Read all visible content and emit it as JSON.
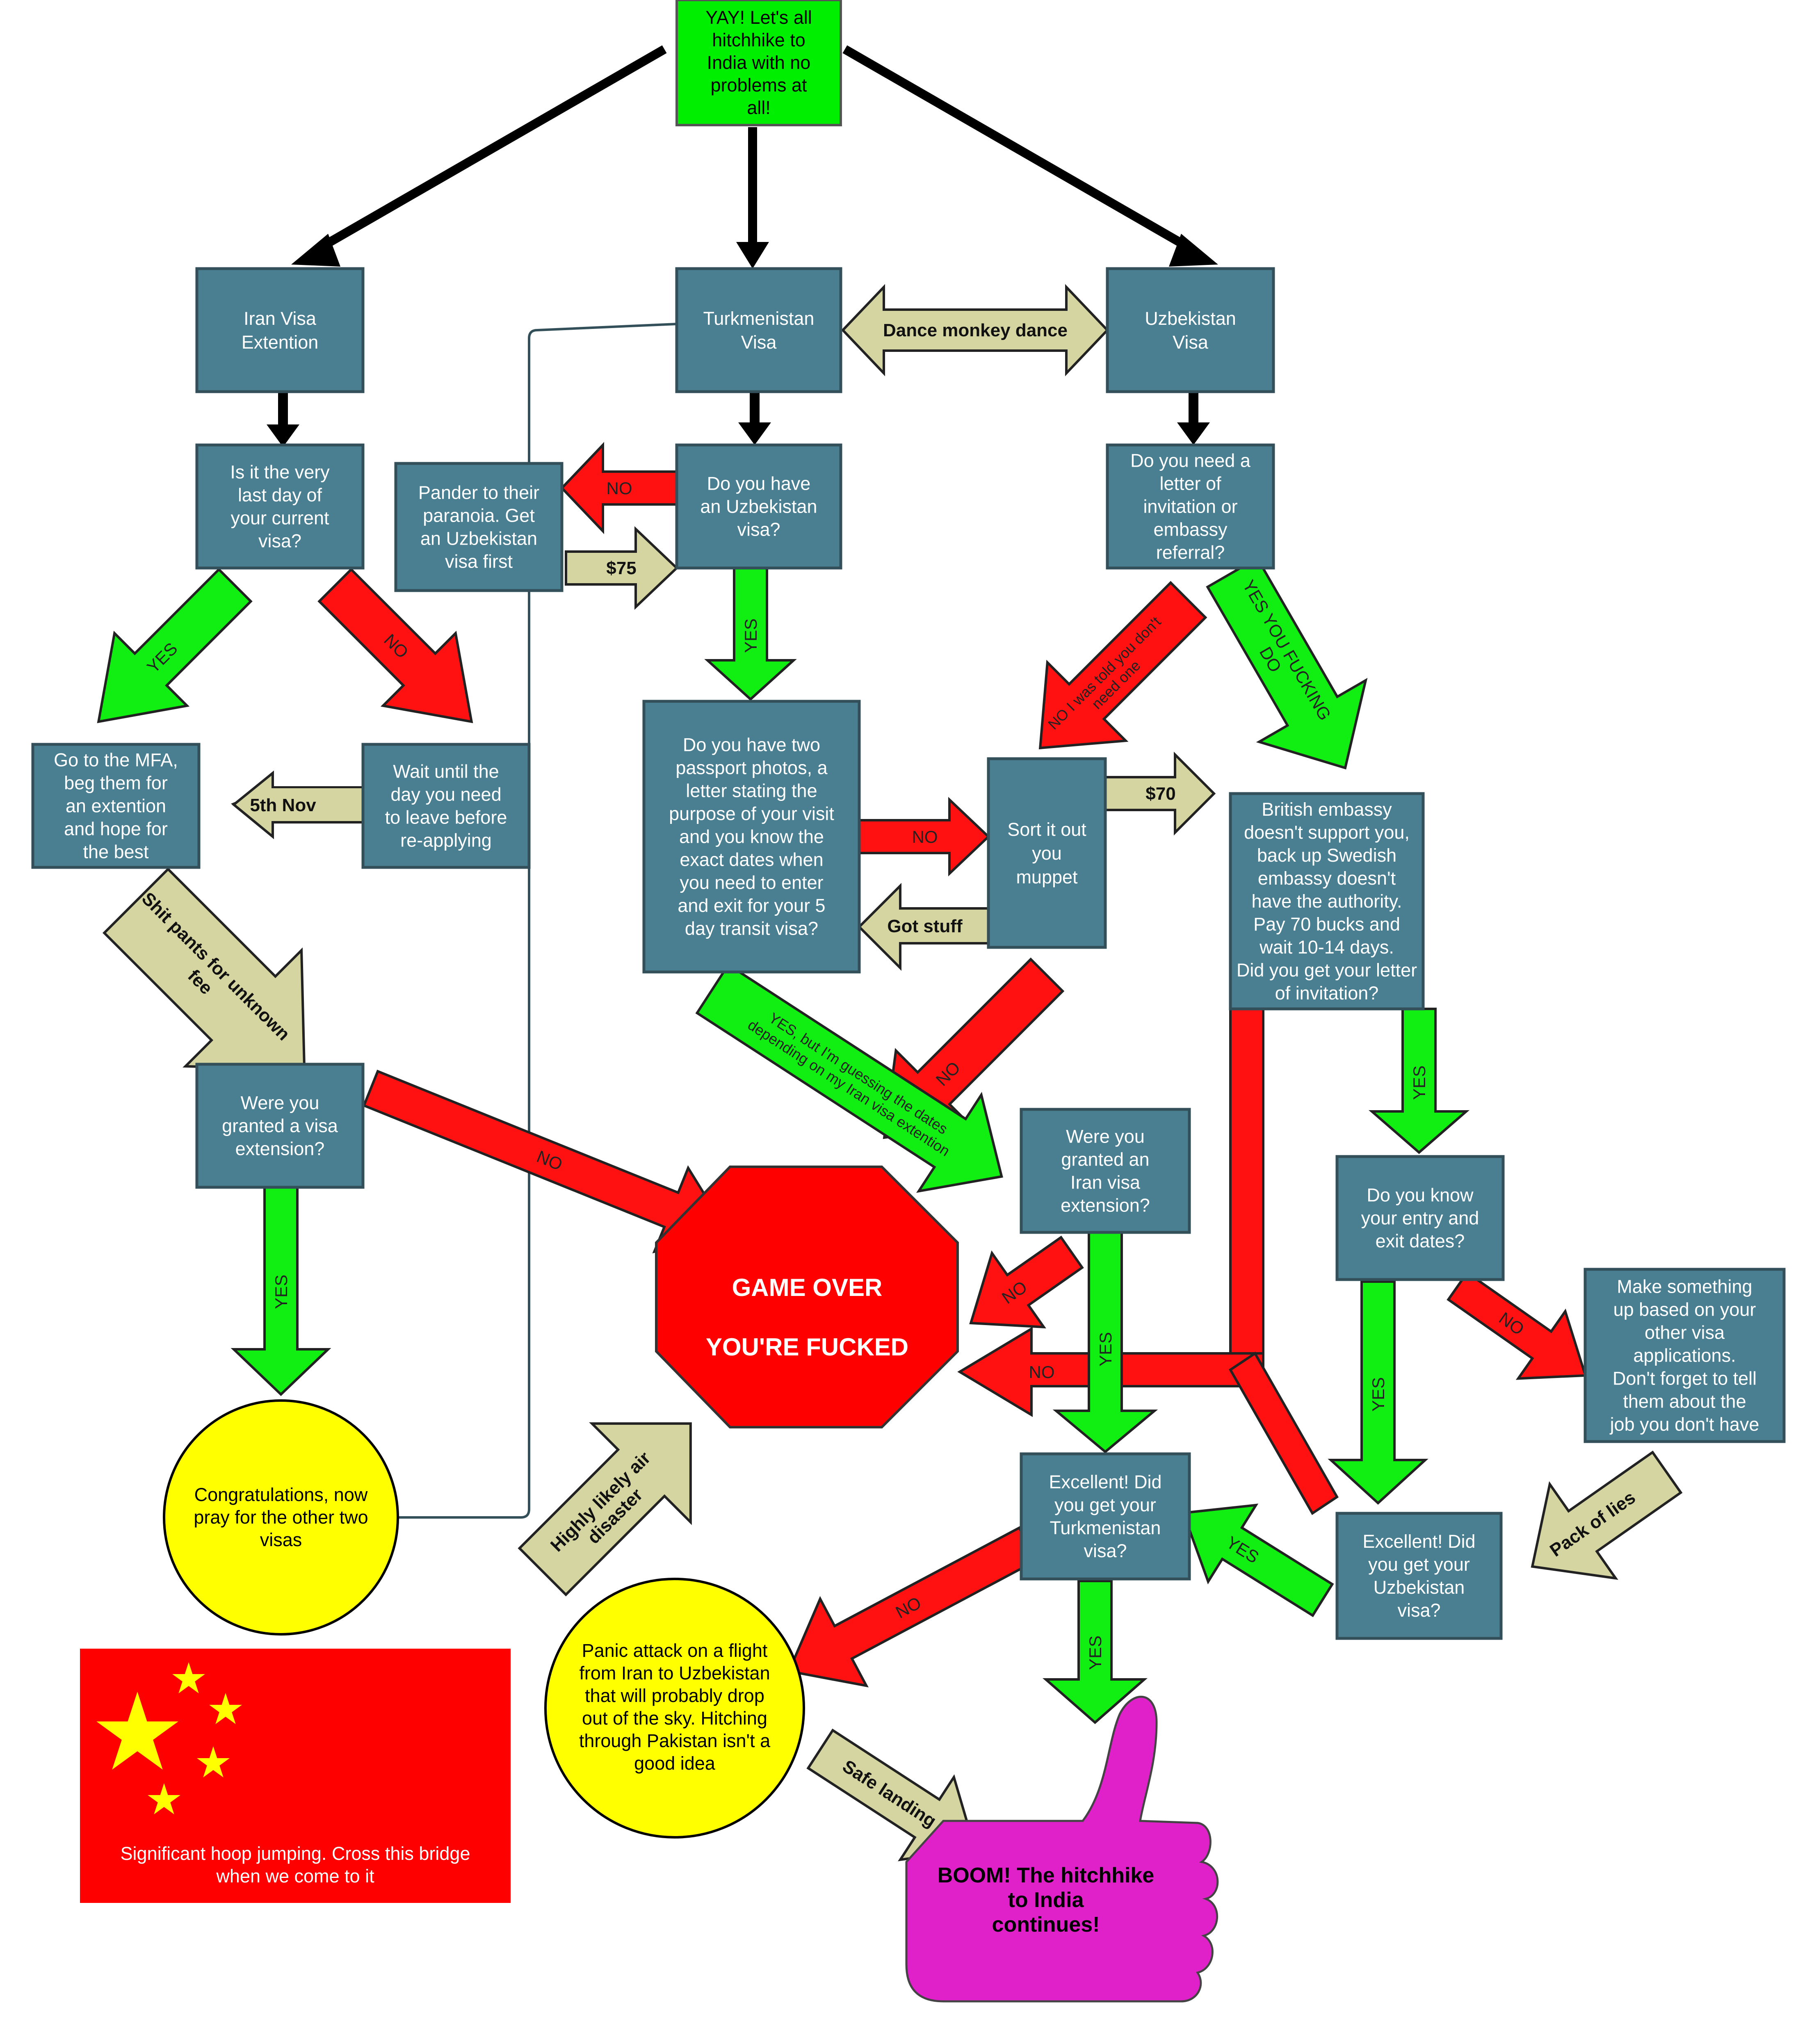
{
  "colors": {
    "box": "#4a7f91",
    "start": "#00ee00",
    "yes": "#11ee11",
    "no": "#ff1111",
    "neutral": "#d5d5a1",
    "circle": "#ffff00",
    "stop": "#ff0000",
    "thumb": "#e020c8",
    "flag": "#ff0000",
    "star": "#ffff00"
  },
  "nodes": {
    "start": [
      "YAY!  Let's all",
      "hitchhike to",
      "India with no",
      "problems at",
      "all!"
    ],
    "iran_visa": [
      "Iran Visa",
      "Extention"
    ],
    "turkmenistan_visa": [
      "Turkmenistan",
      "Visa"
    ],
    "uzbekistan_visa": [
      "Uzbekistan",
      "Visa"
    ],
    "last_day": [
      "Is it the very",
      "last day of",
      "your current",
      "visa?"
    ],
    "pander": [
      "Pander to their",
      "paranoia.  Get",
      "an Uzbekistan",
      "visa first"
    ],
    "have_uzbek": [
      "Do you have",
      "an Uzbekistan",
      "visa?"
    ],
    "need_letter": [
      "Do you need a",
      "letter of",
      "invitation or",
      "embassy",
      "referral?"
    ],
    "go_mfa": [
      "Go to the MFA,",
      "beg them for",
      "an extention",
      "and hope for",
      "the best"
    ],
    "wait_until": [
      "Wait until the",
      "day you need",
      "to leave before",
      "re-applying"
    ],
    "two_photos": [
      "Do you have two",
      "passport photos, a",
      "letter stating the",
      "purpose of your visit",
      "and you know the",
      "exact dates when",
      "you need to enter",
      "and exit for your 5",
      "day transit visa?"
    ],
    "sort_it_out": [
      "Sort it out",
      "you",
      "muppet"
    ],
    "british_embassy": [
      "British embassy",
      "doesn't support you,",
      "back up Swedish",
      "embassy doesn't",
      "have the authority.",
      "Pay 70 bucks and",
      "wait 10-14 days.",
      "Did you get your letter",
      "of invitation?"
    ],
    "granted_left": [
      "Were you",
      "granted a visa",
      "extension?"
    ],
    "granted_mid": [
      "Were you",
      "granted an",
      "Iran visa",
      "extension?"
    ],
    "know_dates": [
      "Do you know",
      "your entry and",
      "exit dates?"
    ],
    "make_something": [
      "Make something",
      "up based on your",
      "other visa",
      "applications.",
      "Don't forget to tell",
      "them about the",
      "job you don't have"
    ],
    "game_over": [
      "GAME OVER",
      "YOU'RE FUCKED"
    ],
    "congrats": [
      "Congratulations, now",
      "pray for the other two",
      "visas"
    ],
    "excellent_turk": [
      "Excellent!  Did",
      "you get your",
      "Turkmenistan",
      "visa?"
    ],
    "excellent_uzbek": [
      "Excellent!  Did",
      "you get your",
      "Uzbekistan",
      "visa?"
    ],
    "panic": [
      "Panic attack on a flight",
      "from Iran to Uzbekistan",
      "that will probably drop",
      "out of the sky. Hitching",
      "through Pakistan isn't a",
      "good idea"
    ],
    "boom": [
      "BOOM!  The hitchhike",
      "to India",
      "continues!"
    ],
    "china": [
      "Significant hoop jumping.  Cross this bridge",
      "when we come to it"
    ]
  },
  "labels": {
    "dance": "Dance monkey dance",
    "no": "NO",
    "yes": "YES",
    "cost_75": "$75",
    "cost_70": "$70",
    "fifth_nov": "5th Nov",
    "shit_pants_1": "Shit pants for unknown",
    "shit_pants_2": "fee",
    "no_told": "NO I was told you don't",
    "no_told_2": "need one",
    "yes_fucking": "YES YOU FUCKING",
    "yes_fucking_2": "DO",
    "got_stuff": "Got stuff",
    "yes_guessing": "YES, but I'm guessing the dates",
    "yes_guessing_2": "depending on my Iran visa extention",
    "air_disaster": "Highly likely air",
    "air_disaster_2": "disaster",
    "safe_landing": "Safe landing",
    "pack_of_lies": "Pack of lies"
  }
}
